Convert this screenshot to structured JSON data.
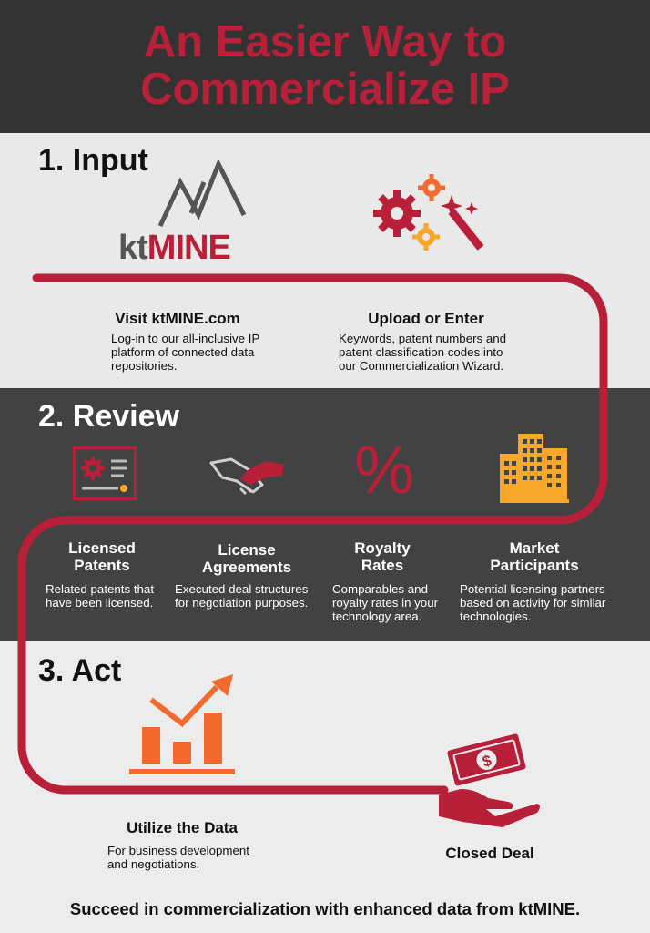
{
  "header": {
    "title_line1": "An Easier Way to",
    "title_line2": "Commercialize IP"
  },
  "colors": {
    "accent": "#b8203a",
    "orange": "#f26a2e",
    "amber": "#f7a72a",
    "dark_band": "#424242",
    "header": "#333333"
  },
  "input": {
    "heading": "1. Input",
    "logo": {
      "prefix": "kt",
      "word": "MINE"
    },
    "steps": [
      {
        "title": "Visit ktMINE.com",
        "text": [
          "Log-in to our all-inclusive IP",
          "platform of connected data",
          "repositories."
        ]
      },
      {
        "title": "Upload or Enter",
        "text": [
          "Keywords, patent numbers  and",
          "patent classification codes into",
          "our Commercialization Wizard."
        ]
      }
    ]
  },
  "review": {
    "heading": "2. Review",
    "items": [
      {
        "title": [
          "Licensed",
          "Patents"
        ],
        "text": [
          "Related patents that",
          "have been licensed."
        ],
        "icon": "certificate-icon"
      },
      {
        "title": [
          "License",
          "Agreements"
        ],
        "text": [
          "Executed deal structures",
          "for negotiation purposes."
        ],
        "icon": "handshake-icon"
      },
      {
        "title": [
          "Royalty",
          "Rates"
        ],
        "text": [
          "Comparables and",
          "royalty rates in your",
          "technology area."
        ],
        "icon": "percent-icon"
      },
      {
        "title": [
          "Market",
          "Participants"
        ],
        "text": [
          "Potential licensing partners",
          "based on activity for similar",
          "technologies."
        ],
        "icon": "buildings-icon"
      }
    ]
  },
  "act": {
    "heading": "3. Act",
    "utilize": {
      "title": "Utilize the Data",
      "text": [
        "For business development",
        "and negotiations."
      ]
    },
    "closed": {
      "title": "Closed Deal"
    },
    "percent_symbol": "%",
    "dollar_symbol": "$"
  },
  "footer": {
    "text": "Succeed in commercialization with enhanced data from ktMINE."
  }
}
